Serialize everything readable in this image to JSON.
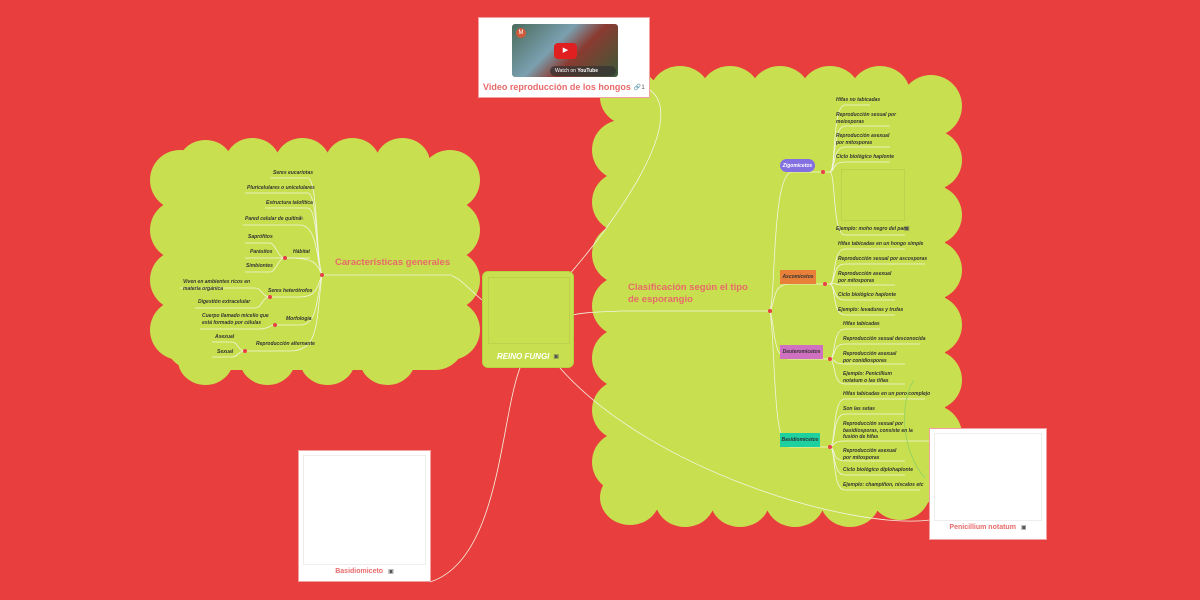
{
  "root": {
    "label": "REINO FUNGI"
  },
  "video": {
    "title": "Video reproducción de los hongos",
    "badge": "1",
    "watch_on": "Watch on",
    "platform": "YouTube"
  },
  "general": {
    "title": "Características generales",
    "items": [
      "Seres eucariotas",
      "Pluricelulares o unicelulares",
      "Estructura talofítica",
      "Pared celular de quitina"
    ],
    "habitat": {
      "label": "Hábitat",
      "children": [
        "Saprófitos",
        "Parásitos",
        "Simbiontes"
      ]
    },
    "heterotrofos": {
      "label": "Seres heterótrofos",
      "children": [
        "Viven en ambientes ricos en materia orgánica",
        "Digestión extracelular"
      ]
    },
    "morfologia": {
      "label": "Morfología",
      "children": [
        "Cuerpo llamado micelio que está formado por células"
      ]
    },
    "reproduccion": {
      "label": "Reproducción alternante",
      "children": [
        "Asexual",
        "Sexual"
      ]
    }
  },
  "clasificacion": {
    "title": "Clasificación según el tipo de esporangio",
    "zigo": {
      "label": "Zigomicetos",
      "children": [
        "Hifas no tabicadas",
        "Reproducción sexual por meiosporas",
        "Reproducción asexual por mitosporas",
        "Ciclo biológico haplonte",
        "Ejemplo: moho negro del pan"
      ]
    },
    "asco": {
      "label": "Ascomicetos",
      "children": [
        "Hifas tabicadas en un hongo simple",
        "Reproducción sexual por ascosporas",
        "Reproducción asexual por mitosporas",
        "Ciclo biológico haplonte",
        "Ejemplo: levaduras y trufas"
      ]
    },
    "deutero": {
      "label": "Deuteromicetos",
      "children": [
        "Hifas tabicadas",
        "Reproducción sexual desconocida",
        "Reproducción asexual por conidiosporas",
        "Ejemplo: Penicillium notatum o las tiñas"
      ]
    },
    "basidio": {
      "label": "Basidiomicetos",
      "children": [
        "Hifas tabicadas en un poro complejo",
        "Son las setas",
        "Reproducción sexual por basidiosporas, consiste en la fusión de hifas",
        "Reproducción asexual por mitosporas",
        "Ciclo biológico diplohaplonte",
        "Ejemplo: champiñon, níscalos etc"
      ]
    }
  },
  "images": {
    "penicillium": "Penicillium notatum",
    "basidiomiceto": "Basidiomiceto"
  },
  "colors": {
    "background": "#e83e3e",
    "cloud": "#c8e04f",
    "zigo": "#8470e0",
    "asco": "#e8803a",
    "deutero": "#d070c0",
    "basidio": "#1ecfa0"
  }
}
